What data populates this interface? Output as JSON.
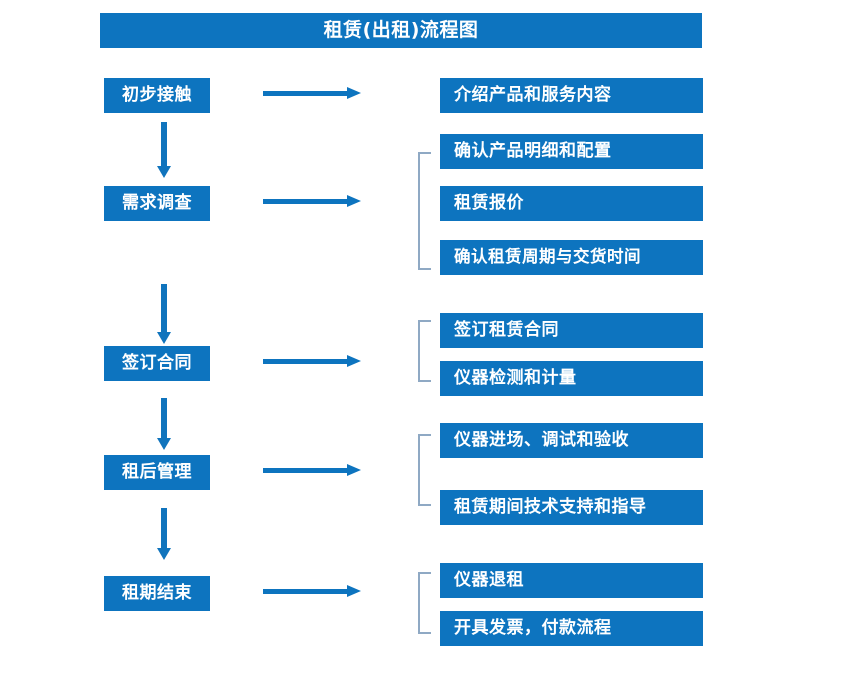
{
  "diagram": {
    "title": "租赁(出租)流程图",
    "accent_color": "#0d74bf",
    "bracket_color": "#8fa9c4",
    "background_color": "#ffffff",
    "stages": [
      {
        "id": "stage-1",
        "label": "初步接触",
        "details": [
          "介绍产品和服务内容"
        ],
        "bracketed": false
      },
      {
        "id": "stage-2",
        "label": "需求调查",
        "details": [
          "确认产品明细和配置",
          "租赁报价",
          "确认租赁周期与交货时间"
        ],
        "bracketed": true
      },
      {
        "id": "stage-3",
        "label": "签订合同",
        "details": [
          "签订租赁合同",
          "仪器检测和计量"
        ],
        "bracketed": true
      },
      {
        "id": "stage-4",
        "label": "租后管理",
        "details": [
          "仪器进场、调试和验收",
          "租赁期间技术支持和指导"
        ],
        "bracketed": true
      },
      {
        "id": "stage-5",
        "label": "租期结束",
        "details": [
          "仪器退租",
          "开具发票，付款流程"
        ],
        "bracketed": true
      }
    ]
  }
}
